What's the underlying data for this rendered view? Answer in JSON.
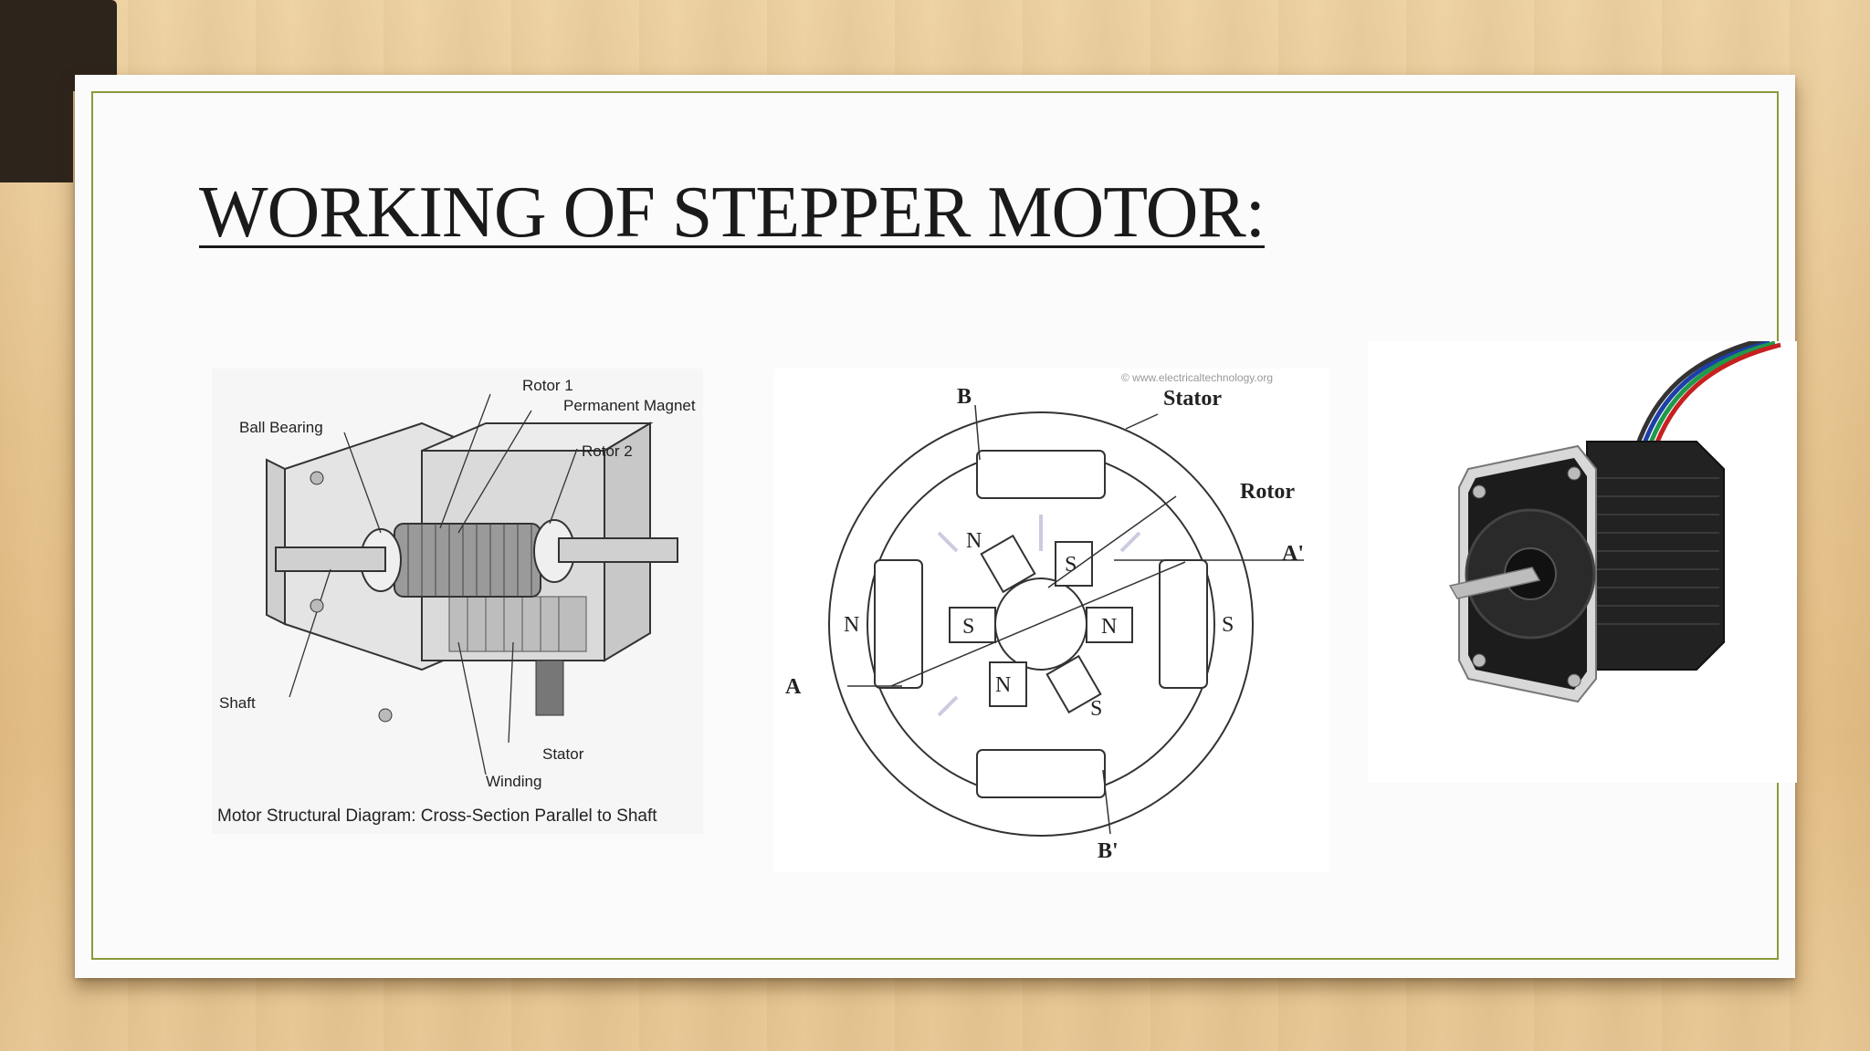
{
  "slide": {
    "title": "WORKING  OF STEPPER MOTOR:"
  },
  "cross_section_diagram": {
    "labels": {
      "rotor1": "Rotor 1",
      "permanent_magnet": "Permanent Magnet",
      "ball_bearing": "Ball Bearing",
      "rotor2": "Rotor 2",
      "shaft": "Shaft",
      "stator": "Stator",
      "winding": "Winding"
    },
    "caption": "Motor Structural Diagram: Cross-Section Parallel to Shaft"
  },
  "stator_diagram": {
    "watermark": "© www.electricaltechnology.org",
    "labels": {
      "stator": "Stator",
      "rotor": "Rotor",
      "b": "B",
      "b_prime": "B'",
      "a": "A",
      "a_prime": "A'"
    },
    "poles": {
      "n_left": "N",
      "s_right": "S",
      "rotor_s_center_left": "S",
      "rotor_n_center_right": "N",
      "rotor_n_top": "N",
      "rotor_s_top": "S",
      "rotor_n_bottom": "N",
      "rotor_s_bottom": "S"
    }
  },
  "motor_photo": {
    "icon": "stepper-motor-photo-icon"
  }
}
